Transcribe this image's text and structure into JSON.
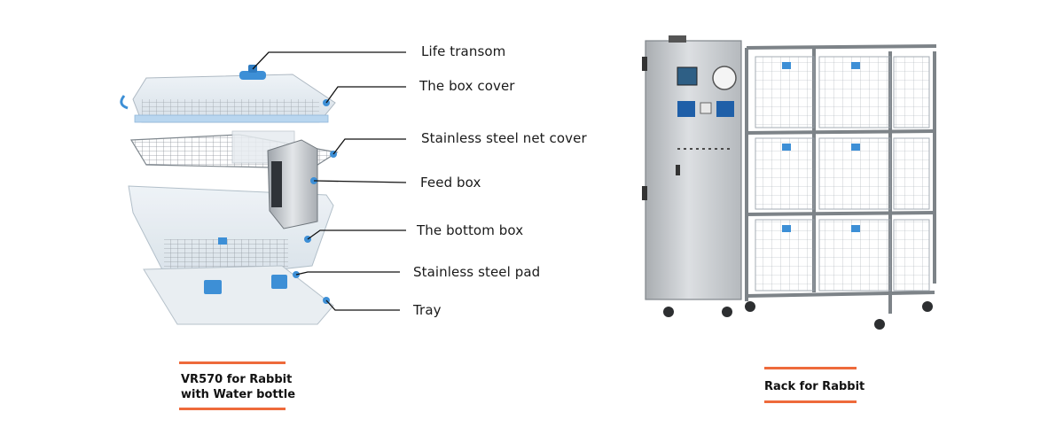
{
  "cage_diagram": {
    "callouts": [
      {
        "id": "life-transom",
        "label": "Life transom"
      },
      {
        "id": "box-cover",
        "label": "The box cover"
      },
      {
        "id": "net-cover",
        "label": "Stainless steel net cover"
      },
      {
        "id": "feed-box",
        "label": "Feed box"
      },
      {
        "id": "bottom-box",
        "label": "The bottom box"
      },
      {
        "id": "steel-pad",
        "label": "Stainless steel pad"
      },
      {
        "id": "tray",
        "label": "Tray"
      }
    ],
    "caption": {
      "line1": "VR570 for Rabbit",
      "line2": "with Water bottle"
    }
  },
  "rack": {
    "caption": "Rack for Rabbit"
  },
  "colors": {
    "accent": "#ee6a3b",
    "cage_blue": "#3d8fd6",
    "steel": "#c9ccd0",
    "plastic": "#dfe6ec"
  }
}
